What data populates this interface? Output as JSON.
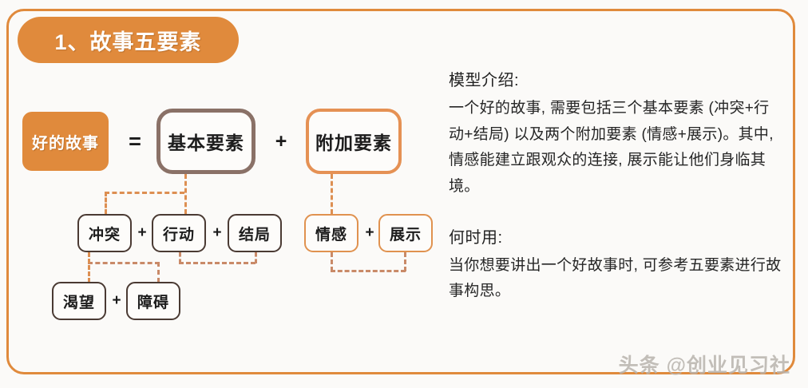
{
  "page": {
    "background_color": "#fbfaf8",
    "frame_color": "#e08a3c"
  },
  "title": {
    "badge_label": "1、故事五要素",
    "badge_fill": "#e08a3c",
    "badge_text_color": "#ffffff"
  },
  "diagram": {
    "equation": {
      "left_node": "好的故事",
      "equals_sign": "=",
      "basic_node": "基本要素",
      "plus_sign": "+",
      "extra_node": "附加要素"
    },
    "basic_elements": {
      "items": [
        "冲突",
        "行动",
        "结局"
      ],
      "plus_1": "+",
      "plus_2": "+"
    },
    "conflict_breakdown": {
      "items": [
        "渴望",
        "障碍"
      ],
      "plus_1": "+"
    },
    "extra_elements": {
      "items": [
        "情感",
        "展示"
      ],
      "plus_1": "+"
    },
    "colors": {
      "good_story_fill": "#e08a3c",
      "basic_border": "#8a7167",
      "extra_border": "#e59154",
      "small_node_border": "#4a3a33",
      "small_node_orange_border": "#e0924f",
      "connector_orange": "#dd8f52",
      "connector_dusty": "#c98a68"
    }
  },
  "text_column": {
    "intro": {
      "heading": "模型介绍:",
      "body": "一个好的故事, 需要包括三个基本要素 (冲突+行动+结局) 以及两个附加要素 (情感+展示)。其中, 情感能建立跟观众的连接, 展示能让他们身临其境。"
    },
    "when": {
      "heading": "何时用:",
      "body": "当你想要讲出一个好故事时, 可参考五要素进行故事构思。"
    }
  },
  "watermark": {
    "text": "头条 @创业见习社"
  }
}
